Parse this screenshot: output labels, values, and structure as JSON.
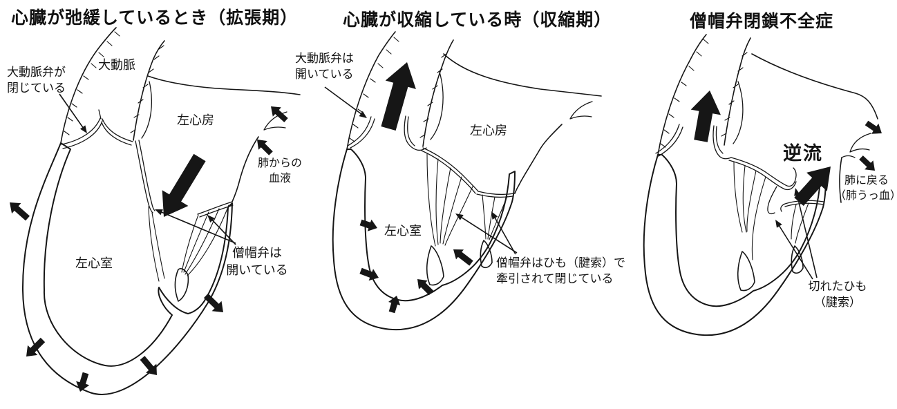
{
  "figure": {
    "background": "#ffffff",
    "ink_color": "#161616",
    "muscle_fill": "#d8d8d8",
    "muscle_halftone_line": "#b2b2b2"
  },
  "panels": [
    {
      "id": "diastole",
      "title": "心臓が弛緩しているとき（拡張期）",
      "labels": {
        "aorta": "大動脈",
        "aortic_valve": "大動脈弁が\n閉じている",
        "left_atrium": "左心房",
        "blood_from_lungs": "肺からの\n血液",
        "left_ventricle": "左心室",
        "mitral_valve": "僧帽弁は\n開いている"
      }
    },
    {
      "id": "systole",
      "title": "心臓が収縮している時（収縮期）",
      "labels": {
        "aortic_valve": "大動脈弁は\n開いている",
        "left_atrium": "左心房",
        "left_ventricle": "左心室",
        "mitral_valve": "僧帽弁はひも（腱索）で\n牽引されて閉じている"
      }
    },
    {
      "id": "mitral-insufficiency",
      "title": "僧帽弁閉鎖不全症",
      "labels": {
        "regurgitation": "逆流",
        "back_to_lungs": "肺に戻る\n（肺うっ血）",
        "broken_chordae": "切れたひも\n（腱索）"
      }
    }
  ]
}
